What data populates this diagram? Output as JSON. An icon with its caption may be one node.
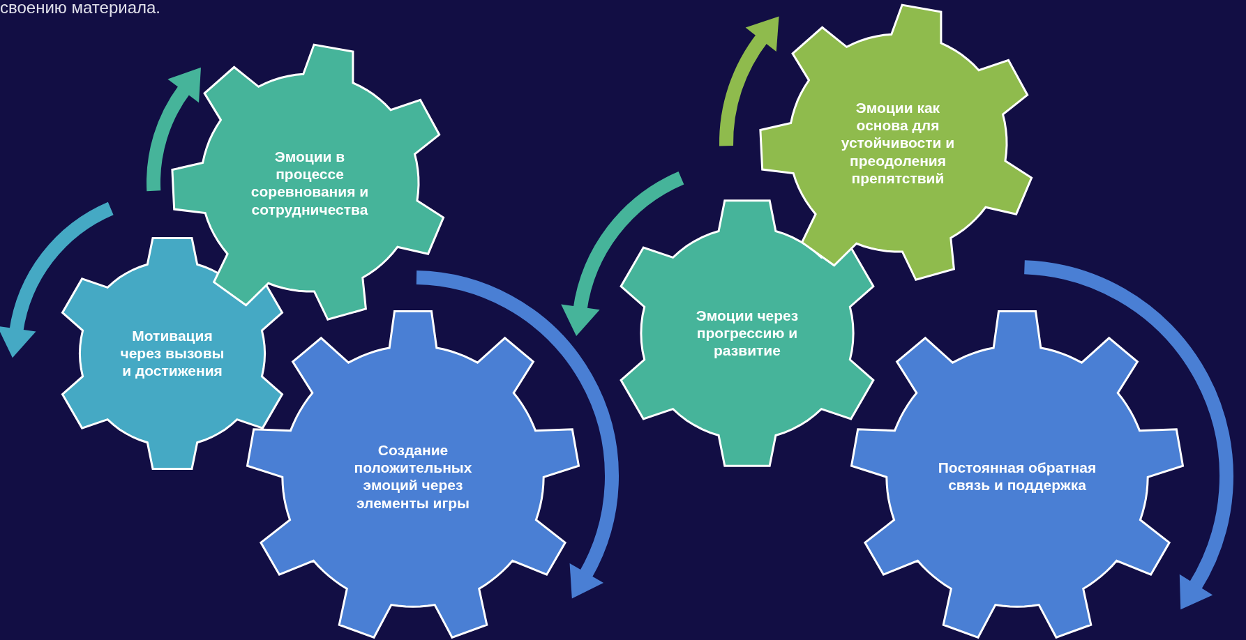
{
  "diagram": {
    "nodes": [
      {
        "text": [
          "Мотивация через вызовы и достижения"
        ]
      },
      {
        "text": [
          "Эмоции в процессе соревнования и сотрудничества"
        ]
      },
      {
        "text": [
          "Создание положительных эмоций через элементы игры"
        ]
      },
      {
        "text": [
          "Эмоции через прогрессию и развитие"
        ]
      },
      {
        "text": [
          "Эмоции как основа для устойчивости и преодоления препятствий"
        ]
      },
      {
        "text": [
          "Постоянная обратная связь и поддержка"
        ]
      }
    ],
    "labels": [
      "своению материала."
    ]
  }
}
